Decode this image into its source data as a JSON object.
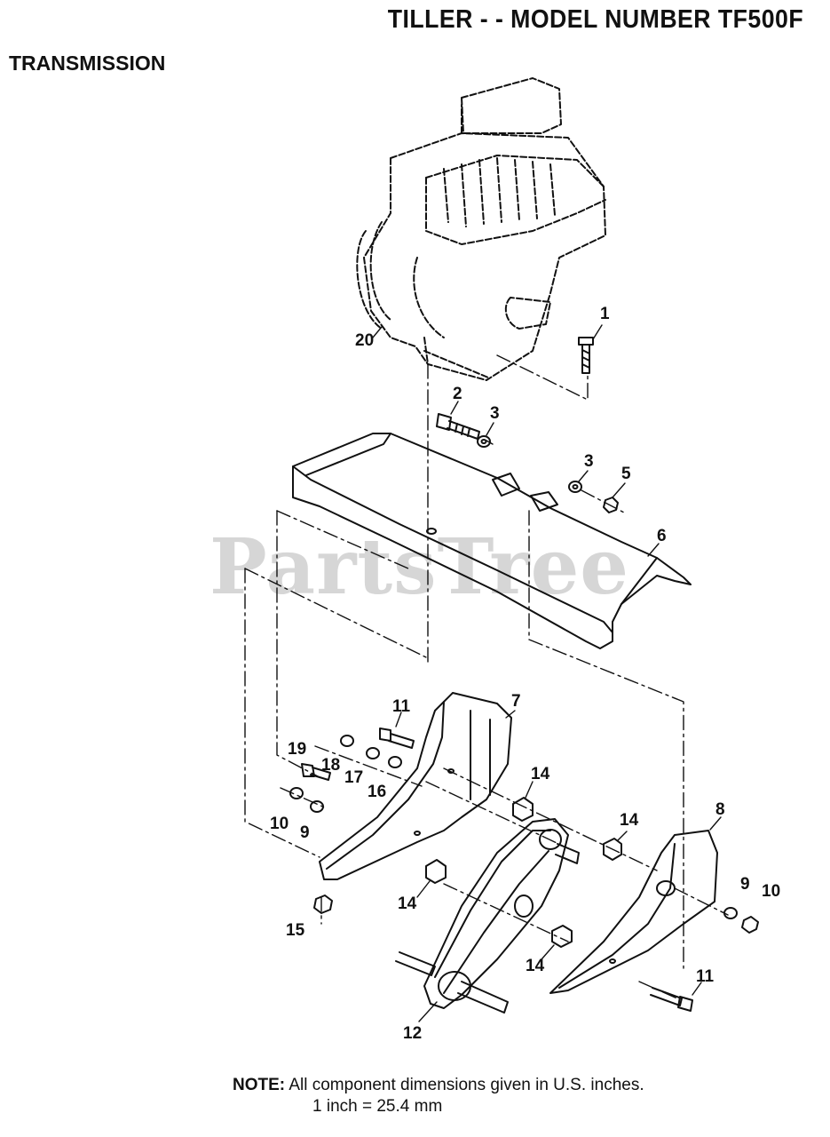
{
  "header": {
    "title": "TILLER - - MODEL NUMBER TF500F",
    "section": "TRANSMISSION"
  },
  "watermark": "PartsTree",
  "note": {
    "label": "NOTE:",
    "line1": "All component dimensions given in U.S. inches.",
    "line2": "1 inch = 25.4 mm"
  },
  "callouts": [
    {
      "id": "c1",
      "label": "1"
    },
    {
      "id": "c2",
      "label": "2"
    },
    {
      "id": "c3a",
      "label": "3"
    },
    {
      "id": "c3b",
      "label": "3"
    },
    {
      "id": "c5",
      "label": "5"
    },
    {
      "id": "c6",
      "label": "6"
    },
    {
      "id": "c7",
      "label": "7"
    },
    {
      "id": "c8",
      "label": "8"
    },
    {
      "id": "c9a",
      "label": "9"
    },
    {
      "id": "c9b",
      "label": "9"
    },
    {
      "id": "c10a",
      "label": "10"
    },
    {
      "id": "c10b",
      "label": "10"
    },
    {
      "id": "c11a",
      "label": "11"
    },
    {
      "id": "c11b",
      "label": "11"
    },
    {
      "id": "c12",
      "label": "12"
    },
    {
      "id": "c14a",
      "label": "14"
    },
    {
      "id": "c14b",
      "label": "14"
    },
    {
      "id": "c14c",
      "label": "14"
    },
    {
      "id": "c14d",
      "label": "14"
    },
    {
      "id": "c15",
      "label": "15"
    },
    {
      "id": "c16",
      "label": "16"
    },
    {
      "id": "c17",
      "label": "17"
    },
    {
      "id": "c18",
      "label": "18"
    },
    {
      "id": "c19",
      "label": "19"
    },
    {
      "id": "c20",
      "label": "20"
    }
  ]
}
